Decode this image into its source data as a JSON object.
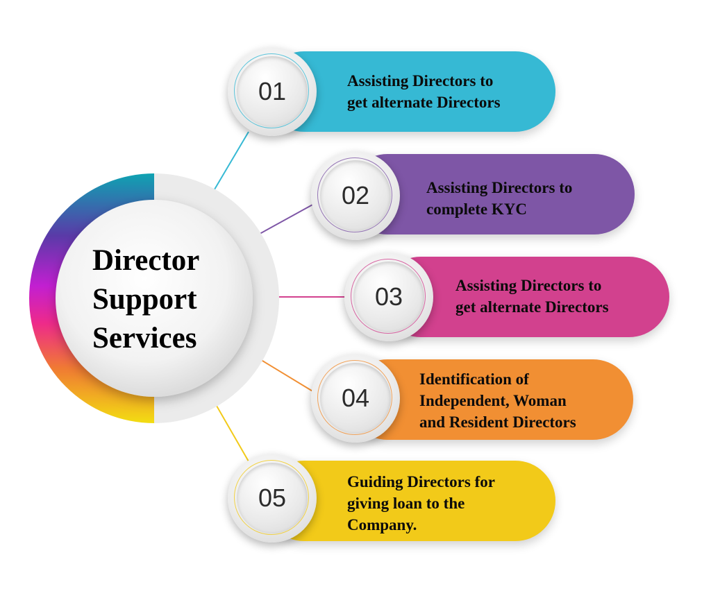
{
  "title_lines": [
    "Director",
    "Support",
    "Services"
  ],
  "colors": {
    "step1": "#36b9d4",
    "step2": "#7e56a6",
    "step3": "#d2418e",
    "step4": "#f18f33",
    "step5": "#f2ca19"
  },
  "steps": [
    {
      "number": "01",
      "lines": [
        "Assisting Directors to",
        "get alternate Directors"
      ],
      "color": "#36b9d4"
    },
    {
      "number": "02",
      "lines": [
        "Assisting Directors to",
        "complete KYC"
      ],
      "color": "#7e56a6"
    },
    {
      "number": "03",
      "lines": [
        "Assisting Directors to",
        "get alternate Directors"
      ],
      "color": "#d2418e"
    },
    {
      "number": "04",
      "lines": [
        "Identification of",
        "Independent, Woman",
        "and Resident Directors"
      ],
      "color": "#f18f33"
    },
    {
      "number": "05",
      "lines": [
        "Guiding Directors for",
        "giving loan to the",
        "Company."
      ],
      "color": "#f2ca19"
    }
  ]
}
